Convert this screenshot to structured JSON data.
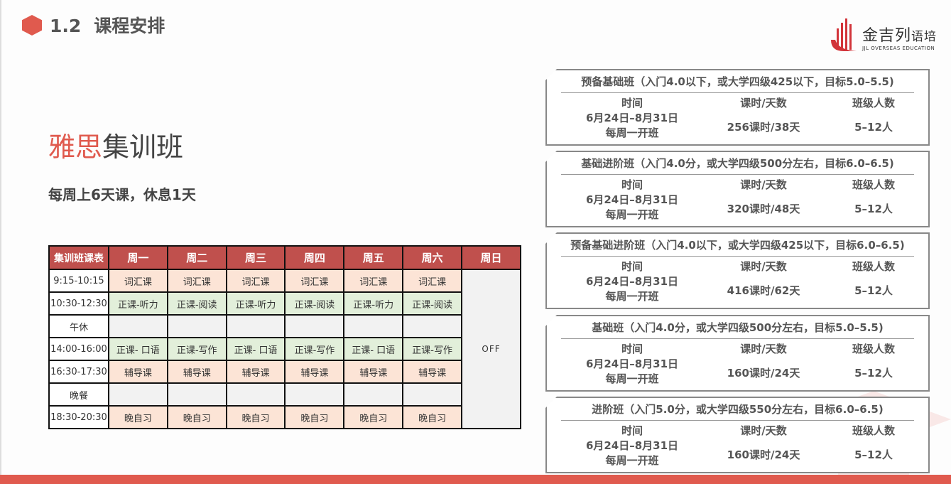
{
  "header": {
    "section_number": "1.2",
    "section_title": "课程安排"
  },
  "logo": {
    "name_cn": "金吉列",
    "name_cn_suffix": "语培",
    "name_en": "JJL OVERSEAS EDUCATION"
  },
  "title": {
    "highlight": "雅思",
    "rest": "集训班"
  },
  "subtitle": "每周上6天课，休息1天",
  "schedule": {
    "corner": "集训班课表",
    "days": [
      "周一",
      "周二",
      "周三",
      "周四",
      "周五",
      "周六",
      "周日"
    ],
    "sunday": "OFF",
    "rows": [
      {
        "time": "9:15-10:15",
        "cells": [
          "词汇课",
          "词汇课",
          "词汇课",
          "词汇课",
          "词汇课",
          "词汇课"
        ]
      },
      {
        "time": "10:30-12:30",
        "cells": [
          "正课-听力",
          "正课-阅读",
          "正课-听力",
          "正课-阅读",
          "正课-听力",
          "正课-阅读"
        ]
      },
      {
        "time": "午休",
        "cells": [
          "",
          "",
          "",
          "",
          "",
          ""
        ]
      },
      {
        "time": "14:00-16:00",
        "cells": [
          "正课- 口语",
          "正课-写作",
          "正课- 口语",
          "正课-写作",
          "正课- 口语",
          "正课-写作"
        ]
      },
      {
        "time": "16:30-17:30",
        "cells": [
          "辅导课",
          "辅导课",
          "辅导课",
          "辅导课",
          "辅导课",
          "辅导课"
        ]
      },
      {
        "time": "晚餐",
        "cells": [
          "",
          "",
          "",
          "",
          "",
          ""
        ]
      },
      {
        "time": "18:30-20:30",
        "cells": [
          "晚自习",
          "晚自习",
          "晚自习",
          "晚自习",
          "晚自习",
          "晚自习"
        ]
      }
    ]
  },
  "cards_labels": {
    "time": "时间",
    "hours": "课时/天数",
    "size": "班级人数"
  },
  "cards": [
    {
      "title": "预备基础班（入门4.0以下，或大学四级425以下，目标5.0–5.5)",
      "dates": "6月24日–8月31日",
      "start": "每周一开班",
      "hours": "256课时/38天",
      "size": "5–12人"
    },
    {
      "title": "基础进阶班（入门4.0分，或大学四级500分左右，目标6.0–6.5)",
      "dates": "6月24日–8月31日",
      "start": "每周一开班",
      "hours": "320课时/48天",
      "size": "5–12人"
    },
    {
      "title": "预备基础进阶班（入门4.0以下，或大学四级425以下，目标6.0–6.5)",
      "dates": "6月24日–8月31日",
      "start": "每周一开班",
      "hours": "416课时/62天",
      "size": "5–12人"
    },
    {
      "title": "基础班（入门4.0分，或大学四级500分左右，目标5.0–5.5)",
      "dates": "6月24日–8月31日",
      "start": "每周一开班",
      "hours": "160课时/24天",
      "size": "5–12人"
    },
    {
      "title": "进阶班（入门5.0分，或大学四级550分左右，目标6.0–6.5)",
      "dates": "6月24日–8月31日",
      "start": "每周一开班",
      "hours": "160课时/24天",
      "size": "5–12人"
    }
  ],
  "colors": {
    "accent": "#e05a4e",
    "table_header": "#c0504d",
    "peach": "#fce4d6",
    "green": "#e2efda",
    "gray": "#f2f2f2"
  }
}
